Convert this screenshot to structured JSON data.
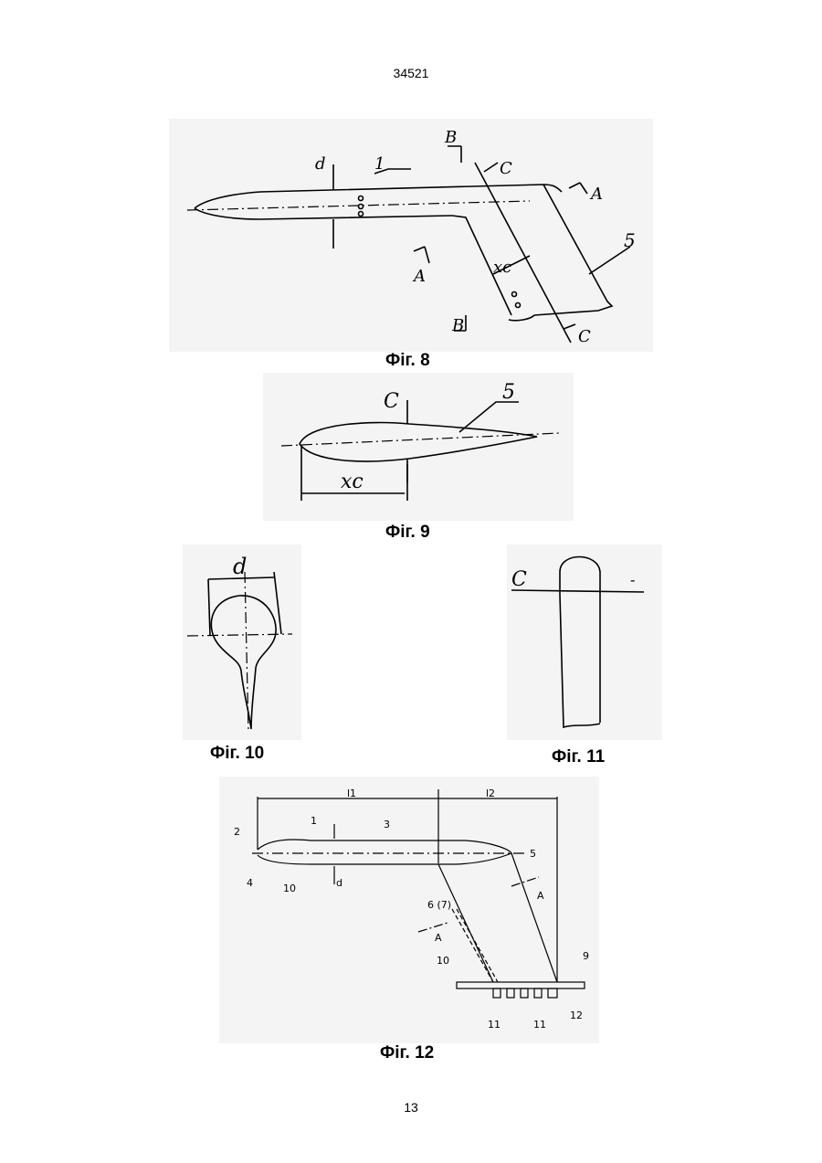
{
  "header": {
    "patent_number": "34521"
  },
  "footer": {
    "page_number": "13"
  },
  "figures": {
    "fig8": {
      "caption": "Фіг. 8",
      "labels": {
        "d": "d",
        "one": "1",
        "b_top": "B",
        "b_bottom": "B",
        "c_top": "C",
        "c_bottom": "C",
        "a_right": "A",
        "a_left": "A",
        "five": "5",
        "xc": "xc"
      }
    },
    "fig9": {
      "caption": "Фіг. 9",
      "labels": {
        "c": "C",
        "five": "5",
        "xc": "xc"
      }
    },
    "fig10": {
      "caption": "Фіг. 10",
      "labels": {
        "d": "d"
      }
    },
    "fig11": {
      "caption": "Фіг. 11",
      "labels": {
        "c": "C",
        "dash": "-"
      }
    },
    "fig12": {
      "caption": "Фіг. 12",
      "labels": {
        "l1": "l1",
        "l2": "l2",
        "n1": "1",
        "n2": "2",
        "n3": "3",
        "n4": "4",
        "n5": "5",
        "n67": "6 (7)",
        "n9": "9",
        "n10a": "10",
        "n10b": "10",
        "n11a": "11",
        "n11b": "11",
        "n12": "12",
        "d": "d",
        "a1": "A",
        "a2": "A"
      }
    }
  }
}
